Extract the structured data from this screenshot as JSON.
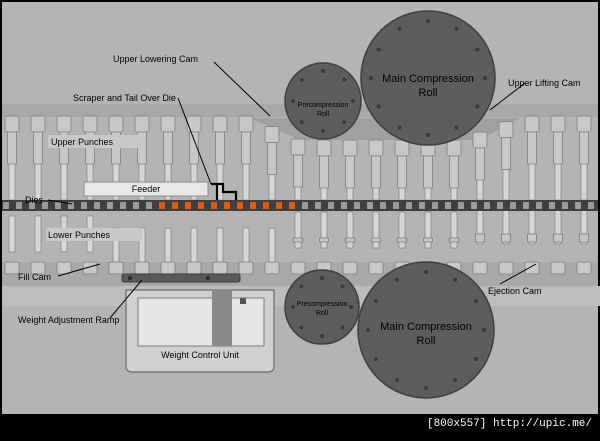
{
  "labels": {
    "upper_lowering_cam": "Upper  Lowering Cam",
    "scraper": "Scraper and Tail Over Die",
    "upper_punches": "Upper Punches",
    "feeder": "Feeder",
    "dies": "Dies",
    "lower_punches": "Lower Punches",
    "fill_cam": "Fill Cam",
    "weight_adjustment_ramp": "Weight Adjustment Ramp",
    "weight_control_unit": "Weight Control Unit",
    "upper_lifting_cam": "Upper  Lifting Cam",
    "ejection_cam": "Ejection Cam",
    "precompression_roll_line1": "Precompression",
    "precompression_roll_line2": "Roll",
    "main_compression_roll_line1": "Main Compression",
    "main_compression_roll_line2": "Roll"
  },
  "footer": "[800x557] http://upic.me/",
  "colors": {
    "background": "#b4b4b4",
    "punch": "#c8c8c8",
    "punch_stroke": "#8a8a8a",
    "roll": "#5d5d5d",
    "die_band": "#3f3f3f",
    "powder": "#e05a12",
    "frame": "#000000"
  }
}
